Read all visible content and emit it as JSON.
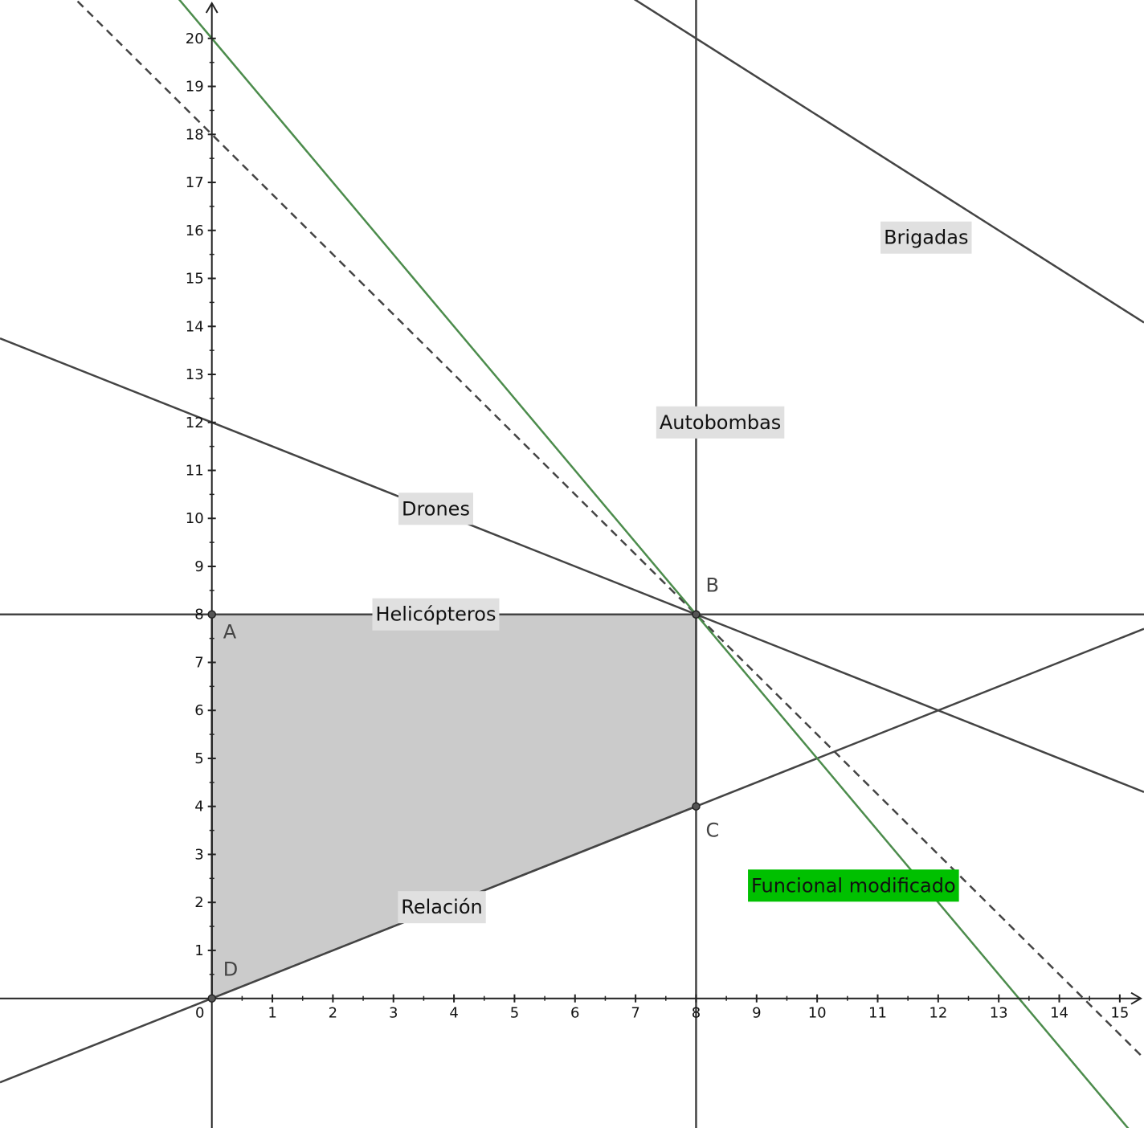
{
  "chart_data": {
    "type": "line",
    "xlim": [
      -3.5,
      15.4
    ],
    "ylim": [
      -2.7,
      20.8
    ],
    "x_ticks": [
      "0",
      "1",
      "2",
      "3",
      "4",
      "5",
      "6",
      "7",
      "8",
      "9",
      "10",
      "11",
      "12",
      "13",
      "14",
      "15"
    ],
    "y_ticks": [
      "1",
      "2",
      "3",
      "4",
      "5",
      "6",
      "7",
      "8",
      "9",
      "10",
      "11",
      "12",
      "13",
      "14",
      "15",
      "16",
      "17",
      "18",
      "19",
      "20"
    ],
    "grid": false,
    "feasible_region": [
      [
        0,
        8
      ],
      [
        8,
        8
      ],
      [
        8,
        4
      ],
      [
        0,
        0
      ]
    ],
    "lines": [
      {
        "id": "helicopteros",
        "label": "Helicópteros",
        "kind": "horizontal",
        "y": 8,
        "color": "#444444",
        "dashed": false,
        "label_at": [
          3.7,
          8.0
        ],
        "label_bg": "#e0e0e0",
        "label_color": "#111111"
      },
      {
        "id": "autobombas",
        "label": "Autobombas",
        "kind": "vertical",
        "x": 8,
        "color": "#444444",
        "dashed": false,
        "label_at": [
          8.4,
          12.0
        ],
        "label_bg": "#e0e0e0",
        "label_color": "#111111"
      },
      {
        "id": "drones",
        "label": "Drones",
        "kind": "slope",
        "slope": -0.5,
        "intercept": 12,
        "color": "#444444",
        "dashed": false,
        "label_at": [
          3.7,
          10.2
        ],
        "label_bg": "#e0e0e0",
        "label_color": "#111111"
      },
      {
        "id": "relacion",
        "label": "Relación",
        "kind": "slope",
        "slope": 0.5,
        "intercept": 0,
        "color": "#444444",
        "dashed": false,
        "label_at": [
          3.8,
          1.9
        ],
        "label_bg": "#e0e0e0",
        "label_color": "#111111"
      },
      {
        "id": "brigadas",
        "label": "Brigadas",
        "kind": "slope",
        "slope": -0.8,
        "intercept": 26.4,
        "color": "#444444",
        "dashed": false,
        "label_at": [
          11.8,
          15.85
        ],
        "label_bg": "#e0e0e0",
        "label_color": "#111111"
      },
      {
        "id": "funcional",
        "label": "",
        "kind": "slope",
        "slope": -1.25,
        "intercept": 18,
        "color": "#444444",
        "dashed": true
      },
      {
        "id": "funcional-modificado",
        "label": "Funcional modificado",
        "kind": "slope",
        "slope": -1.5,
        "intercept": 20,
        "color": "#4c8c4c",
        "dashed": false,
        "label_at": [
          10.6,
          2.35
        ],
        "label_bg": "#00c000",
        "label_color": "#111111"
      }
    ],
    "points": [
      {
        "name": "A",
        "x": 0,
        "y": 8,
        "label_dx": 14,
        "label_dy": 30
      },
      {
        "name": "B",
        "x": 8,
        "y": 8,
        "label_dx": 12,
        "label_dy": -28
      },
      {
        "name": "C",
        "x": 8,
        "y": 4,
        "label_dx": 12,
        "label_dy": 38
      },
      {
        "name": "D",
        "x": 0,
        "y": 0,
        "label_dx": 14,
        "label_dy": -28
      }
    ],
    "colors": {
      "region_fill": "#cbcbcb",
      "axis": "#222222",
      "point_fill": "#555555"
    }
  }
}
